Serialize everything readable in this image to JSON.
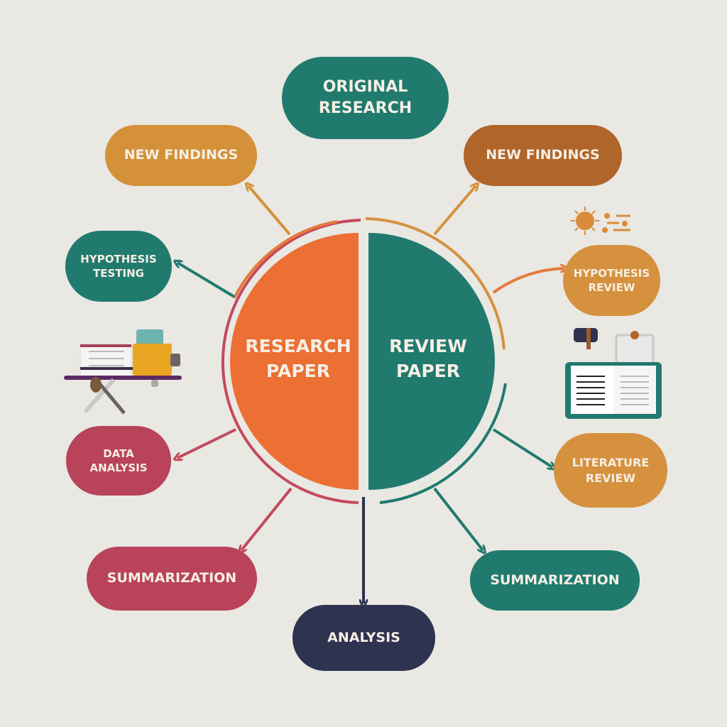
{
  "center": {
    "left_label": "RESEARCH\nPAPER",
    "right_label": "REVIEW\nPAPER",
    "left_color": "#ec6f34",
    "right_color": "#217a6e"
  },
  "nodes": {
    "original_research": {
      "label": "ORIGINAL\nRESEARCH",
      "color": "#217a6e"
    },
    "new_findings_left": {
      "label": "NEW FINDINGS",
      "color": "#d4913a"
    },
    "new_findings_right": {
      "label": "NEW FINDINGS",
      "color": "#b0652a"
    },
    "hypothesis_testing": {
      "label": "HYPOTHESIS\nTESTING",
      "color": "#217a6e"
    },
    "hypothesis_review": {
      "label": "HYPOTHESIS\nREVIEW",
      "color": "#d6913e"
    },
    "data_analysis": {
      "label": "DATA\nANALYSIS",
      "color": "#b8435a"
    },
    "literature_review": {
      "label": "LITERATURE\nREVIEW",
      "color": "#d6913e"
    },
    "summarization_left": {
      "label": "SUMMARIZATION",
      "color": "#b8435a"
    },
    "summarization_right": {
      "label": "SUMMARIZATION",
      "color": "#217a6e"
    },
    "analysis": {
      "label": "ANALYSIS",
      "color": "#2e3350"
    }
  },
  "icons": [
    "books-desk-icon",
    "sun-icon",
    "open-book-icon"
  ]
}
